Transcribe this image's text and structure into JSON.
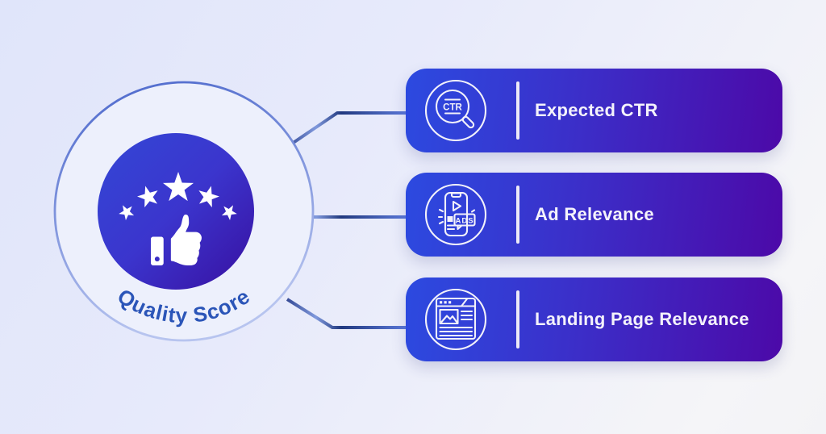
{
  "title": "Quality Score",
  "center": {
    "label": "Quality Score",
    "icon": "thumbs-up-five-stars-icon"
  },
  "items": [
    {
      "label": "Expected CTR",
      "icon": "ctr-magnifier-icon",
      "icon_text": "CTR"
    },
    {
      "label": "Ad Relevance",
      "icon": "phone-ads-icon",
      "icon_text": "ADS"
    },
    {
      "label": "Landing Page Relevance",
      "icon": "landing-page-icon",
      "icon_text": ""
    }
  ],
  "colors": {
    "card_gradient_from": "#2c4ae0",
    "card_gradient_to": "#4c09a8",
    "inner_circle_from": "#3347d6",
    "inner_circle_to": "#380fa0",
    "connector_line": "#2c408d",
    "center_label_text": "#2b55b8",
    "card_label_text": "#f4f2fb",
    "background_from": "#e0e5fa",
    "background_to": "#f5f5f8"
  }
}
